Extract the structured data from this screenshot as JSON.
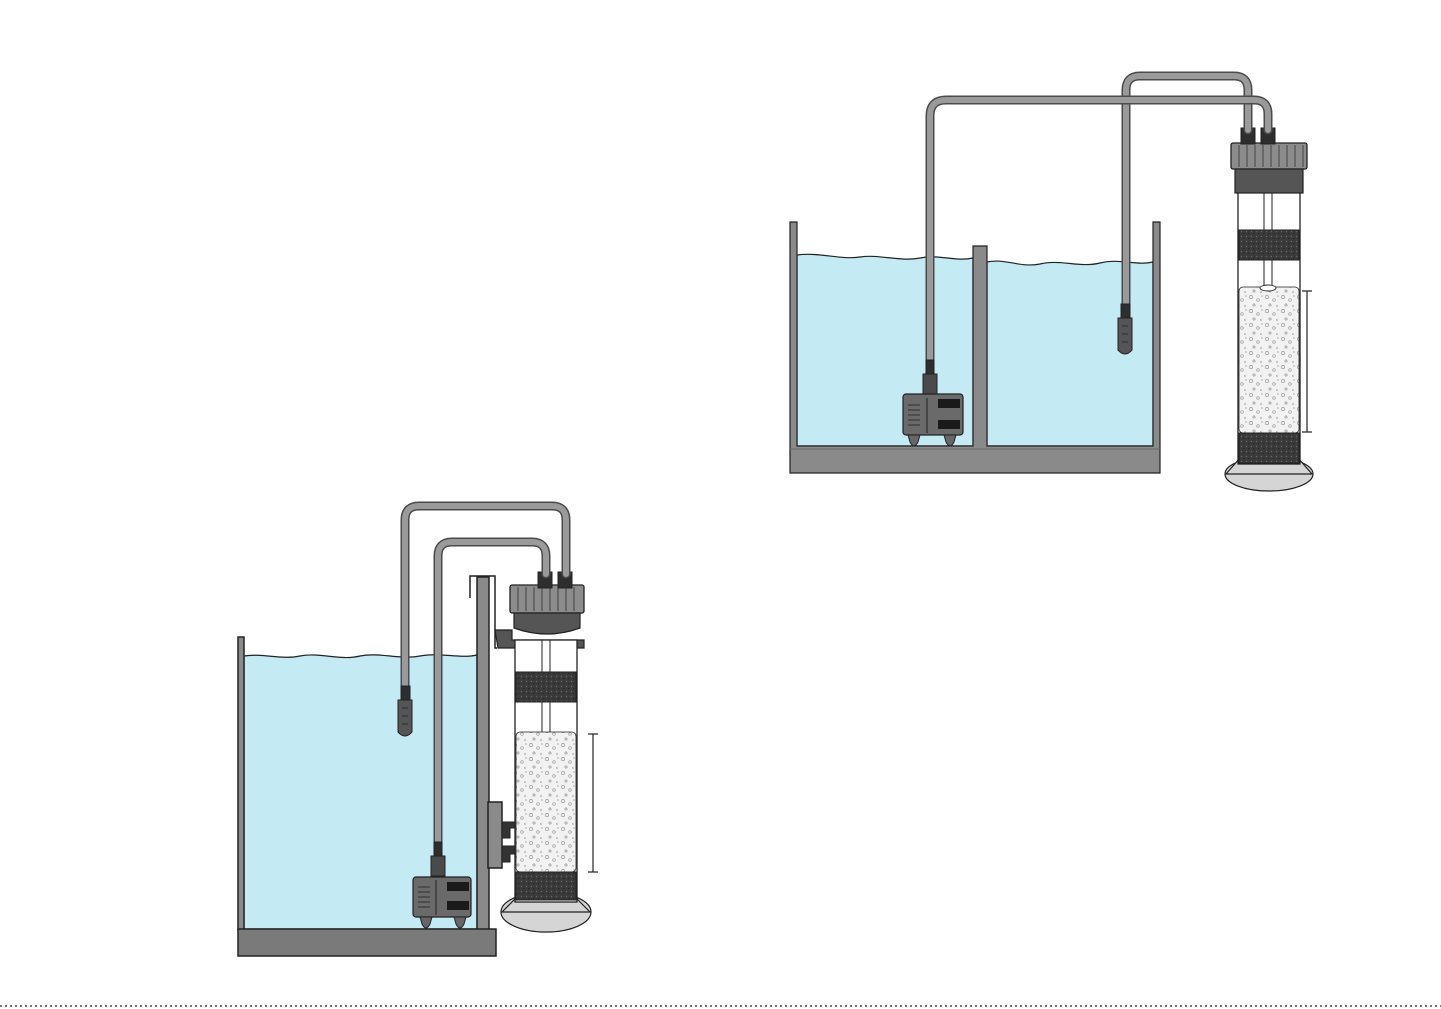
{
  "diagram": {
    "colors": {
      "water": "#c4eaf4",
      "tank_wall": "#8a8a8a",
      "tank_floor": "#7a7a7a",
      "tube": "#9a9a9a",
      "tube_outline": "#4a4a4a",
      "dark_part": "#555555",
      "lid": "#8c8c8c",
      "sponge": "#333333",
      "media": "#f2f2f2",
      "base": "#d5d5d5"
    },
    "figures": [
      {
        "name": "hang-on-reactor-setup",
        "components": [
          "tank",
          "pump",
          "intake-nozzle",
          "reactor-column",
          "hose-loop",
          "mounting-bracket",
          "media-level-indicator"
        ]
      },
      {
        "name": "sump-reactor-setup",
        "components": [
          "two-chamber-sump",
          "pump",
          "intake-nozzle",
          "reactor-column",
          "hose-loop",
          "media-level-indicator"
        ]
      }
    ]
  }
}
